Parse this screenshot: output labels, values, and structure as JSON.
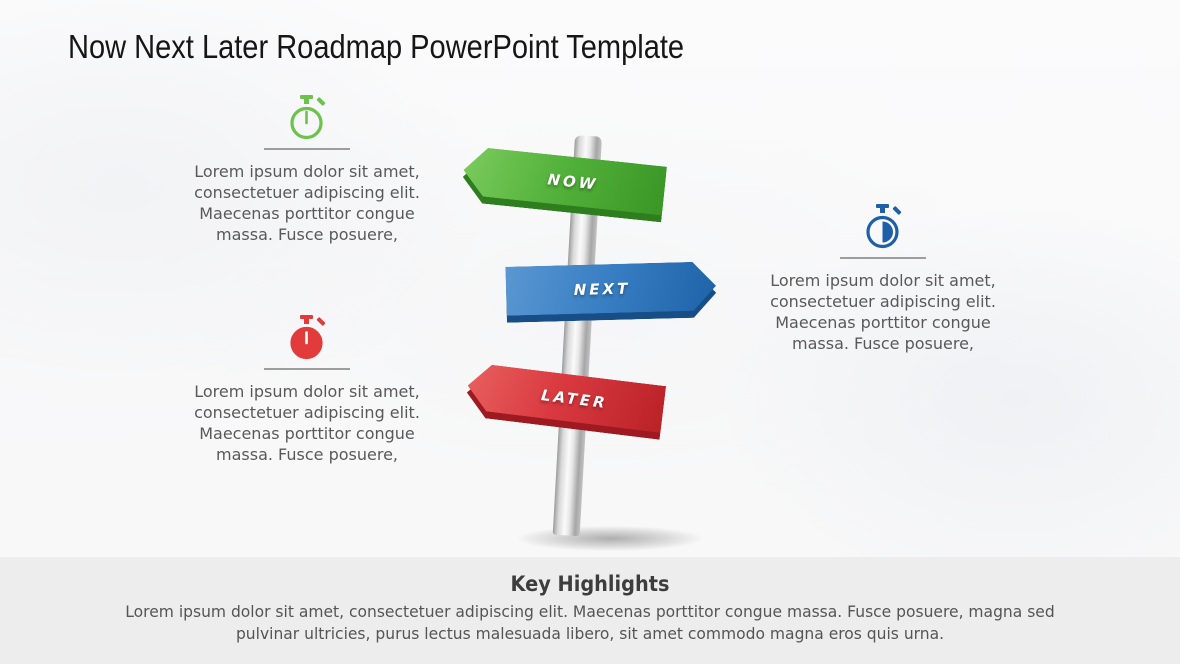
{
  "title": "Now Next Later Roadmap PowerPoint Template",
  "items": [
    {
      "label": "NOW",
      "icon": "stopwatch-outline-icon",
      "sign_color": "#54b33c",
      "icon_color": "#6cc24a",
      "description": "Lorem ipsum dolor sit amet, consectetuer adipiscing elit. Maecenas porttitor congue massa. Fusce posuere,"
    },
    {
      "label": "NEXT",
      "icon": "stopwatch-half-icon",
      "sign_color": "#3a80c4",
      "icon_color": "#1f5fa8",
      "description": "Lorem ipsum dolor sit amet, consectetuer adipiscing elit. Maecenas porttitor congue massa. Fusce posuere,"
    },
    {
      "label": "LATER",
      "icon": "stopwatch-filled-icon",
      "sign_color": "#d93a40",
      "icon_color": "#e23b3b",
      "description": "Lorem ipsum dolor sit amet, consectetuer adipiscing elit. Maecenas porttitor congue massa. Fusce posuere,"
    }
  ],
  "footer": {
    "heading": "Key Highlights",
    "body": "Lorem ipsum dolor sit amet, consectetuer adipiscing elit. Maecenas porttitor congue massa. Fusce posuere, magna sed pulvinar ultricies, purus lectus malesuada libero, sit amet commodo magna eros quis urna."
  },
  "colors": {
    "background": "#fafafb",
    "footer_band": "#ededee",
    "body_text": "#595959",
    "heading_text": "#3d3d3d",
    "title_text": "#161616",
    "pole_silver": "#c2c2c2"
  }
}
